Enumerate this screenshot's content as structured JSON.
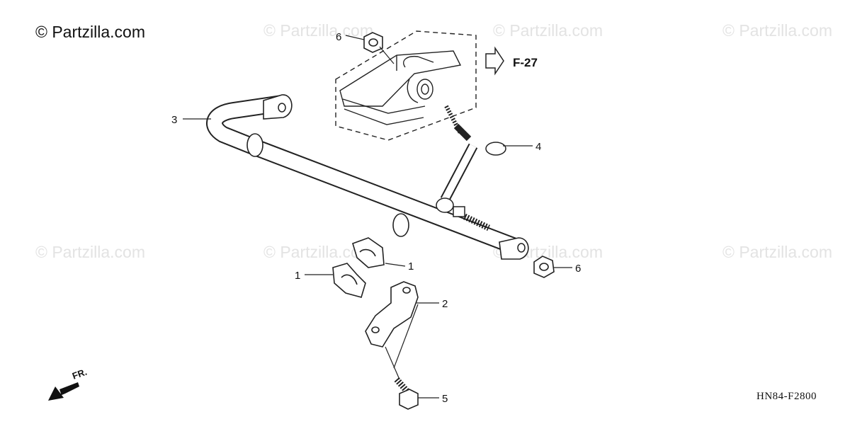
{
  "copyright": "© Partzilla.com",
  "watermark_text": "© Partzilla.com",
  "reference_label": "F-27",
  "front_label": "FR.",
  "diagram_code": "HN84-F2800",
  "callouts": {
    "c1a": "1",
    "c1b": "1",
    "c2": "2",
    "c3": "3",
    "c4": "4",
    "c5": "5",
    "c6a": "6",
    "c6b": "6"
  }
}
